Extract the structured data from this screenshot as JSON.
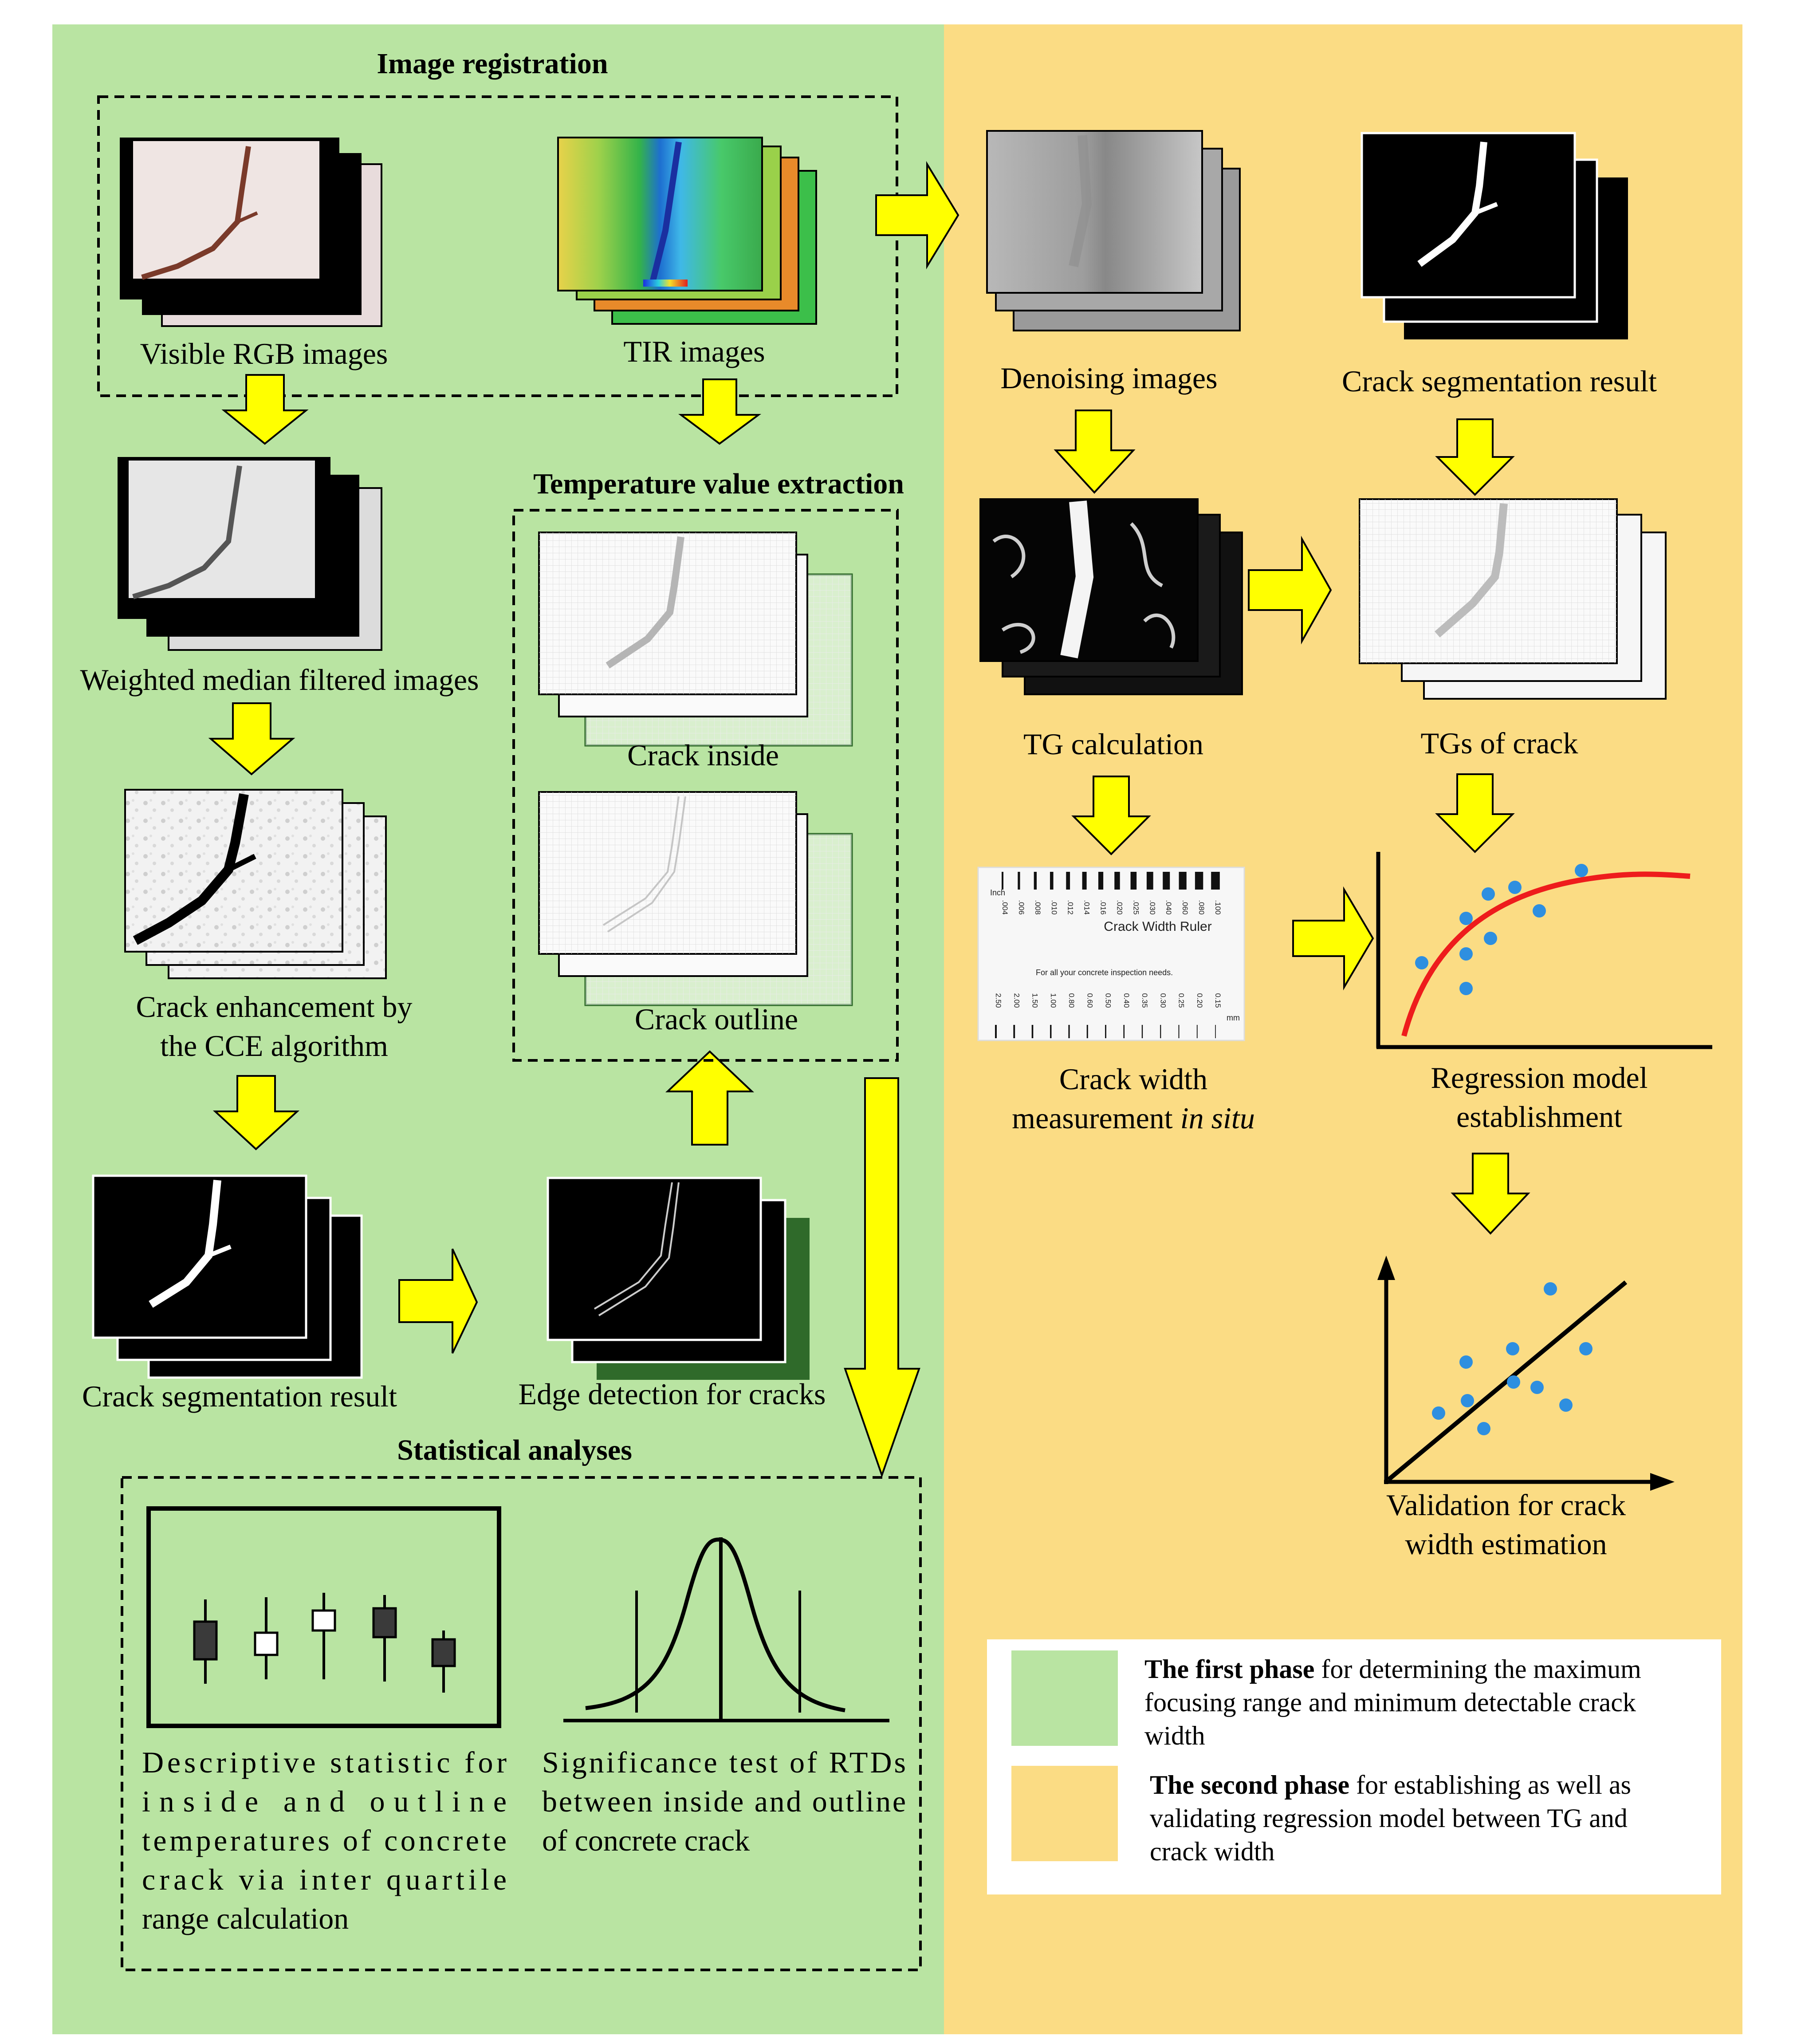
{
  "colors": {
    "phase1_bg": "#b9e4a2",
    "phase2_bg": "#fbdc84",
    "arrow_fill": "#ffff00",
    "scatter_point": "#2e8fe0",
    "regression_curve": "#ee1c1c"
  },
  "phase1": {
    "image_registration": {
      "heading": "Image registration",
      "visible_rgb_label": "Visible RGB images",
      "tir_label": "TIR images"
    },
    "wmf_label": "Weighted median filtered images",
    "cce_label": [
      "Crack enhancement by",
      "the CCE algorithm"
    ],
    "segmentation_label": "Crack segmentation result",
    "edge_detection_label": "Edge detection for cracks",
    "temperature_extraction": {
      "heading": "Temperature value extraction",
      "inside_label": "Crack inside",
      "outline_label": "Crack outline"
    },
    "statistical_analyses": {
      "heading": "Statistical analyses",
      "descriptive_lines": [
        "Descriptive statistic for",
        "inside and outline",
        "temperatures of concrete",
        "crack via inter quartile",
        "range calculation"
      ],
      "significance_lines": [
        "Significance test of RTDs",
        "between inside and outline",
        "of concrete crack"
      ]
    }
  },
  "phase2": {
    "denoising_label": "Denoising images",
    "segmentation_label": "Crack segmentation result",
    "tg_calc_label": "TG calculation",
    "tgs_label": "TGs of crack",
    "measurement_label": {
      "line1": "Crack width",
      "line2_plain": "measurement ",
      "line2_italic": "in situ"
    },
    "regression_label": [
      "Regression model",
      "establishment"
    ],
    "validation_label": [
      "Validation for crack",
      "width estimation"
    ],
    "ruler": {
      "title": "Crack Width Ruler",
      "subtitle": "For all your concrete inspection needs.",
      "inch_label": "Inch",
      "mm_label": "mm",
      "top_ticks": [
        ".004",
        ".006",
        ".008",
        ".010",
        ".012",
        ".014",
        ".016",
        ".020",
        ".025",
        ".030",
        ".040",
        ".060",
        ".080",
        ".100"
      ],
      "bottom_ticks": [
        "2.50",
        "2.00",
        "1.50",
        "1.00",
        "0.80",
        "0.60",
        "0.50",
        "0.40",
        "0.35",
        "0.30",
        "0.25",
        "0.20",
        "0.15"
      ]
    }
  },
  "legend": {
    "first_bold": "The first phase",
    "first_lines": [
      " for determining the maximum",
      "focusing range and minimum detectable crack",
      "width"
    ],
    "second_bold": "The second phase",
    "second_lines": [
      " for establishing as well as",
      "validating regression model between TG and",
      "crack width"
    ]
  }
}
